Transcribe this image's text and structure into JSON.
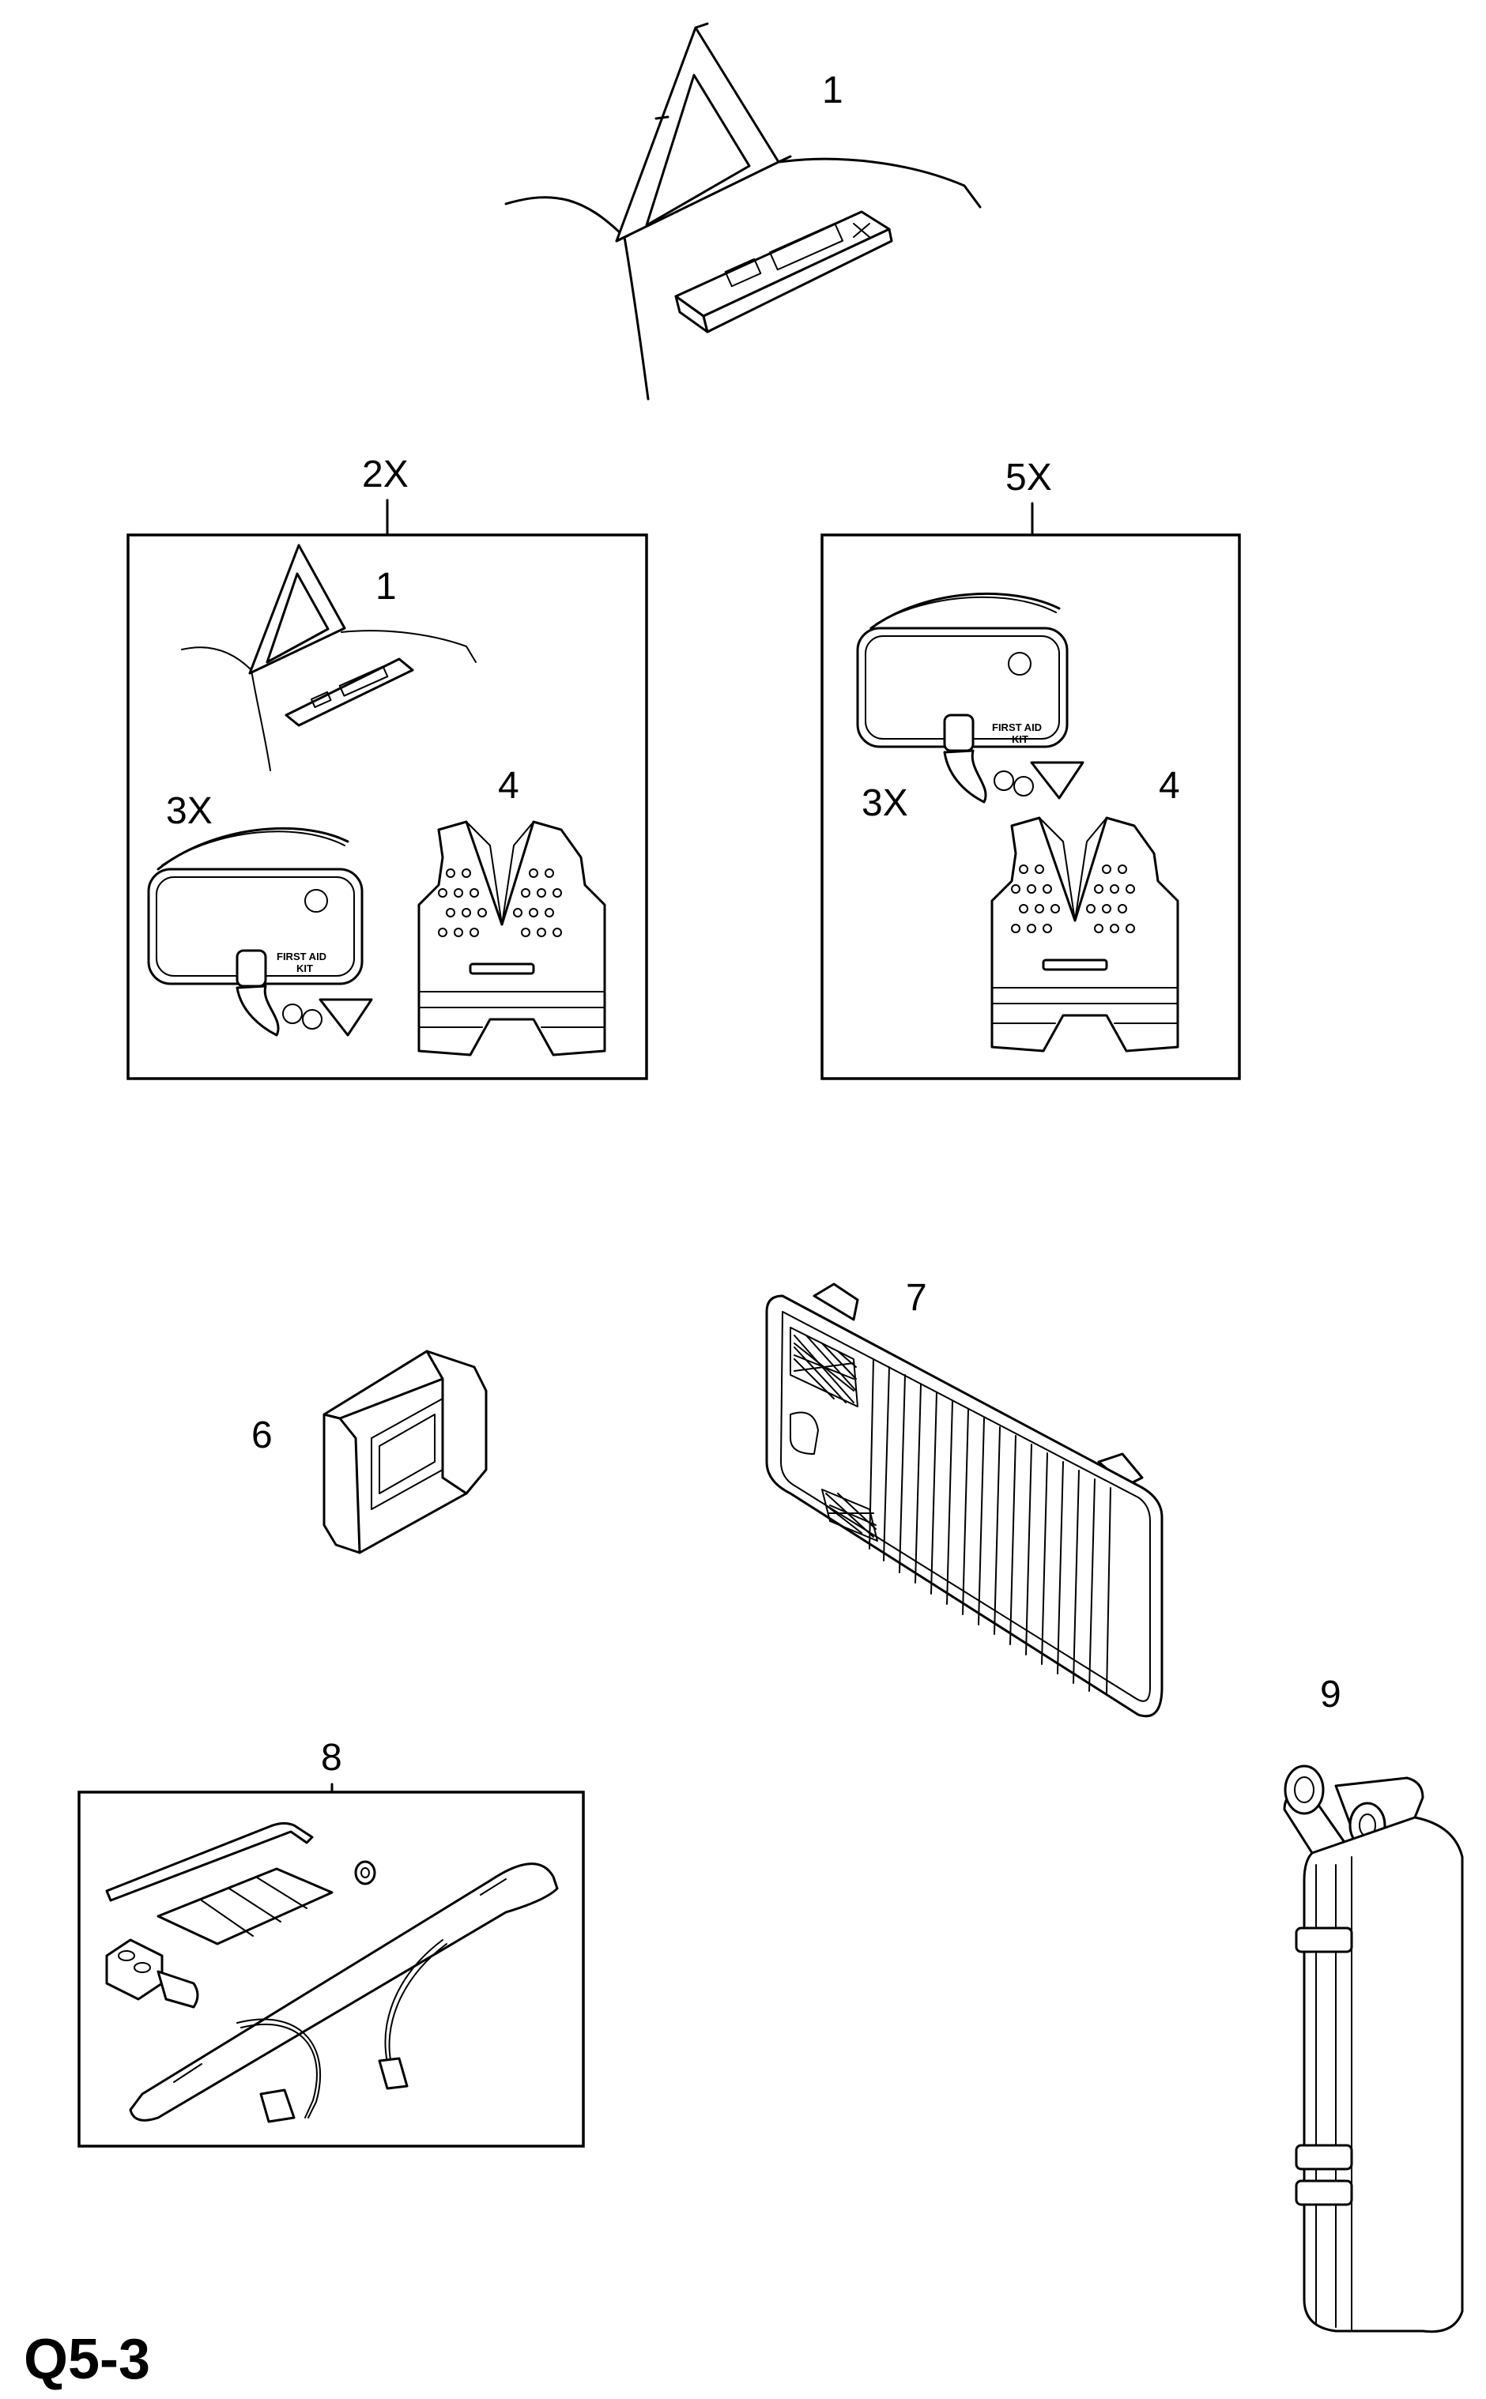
{
  "page_code": "Q5-3",
  "callouts": {
    "item_1_top": "1",
    "item_2x": "2X",
    "item_1_in_2x": "1",
    "item_3x_in_2x": "3X",
    "item_4_in_2x": "4",
    "item_5x": "5X",
    "item_3x_in_5x": "3X",
    "item_4_in_5x": "4",
    "item_6": "6",
    "item_7": "7",
    "item_8": "8",
    "item_9": "9"
  },
  "kit_label": {
    "line1": "FIRST AID",
    "line2": "KIT"
  }
}
